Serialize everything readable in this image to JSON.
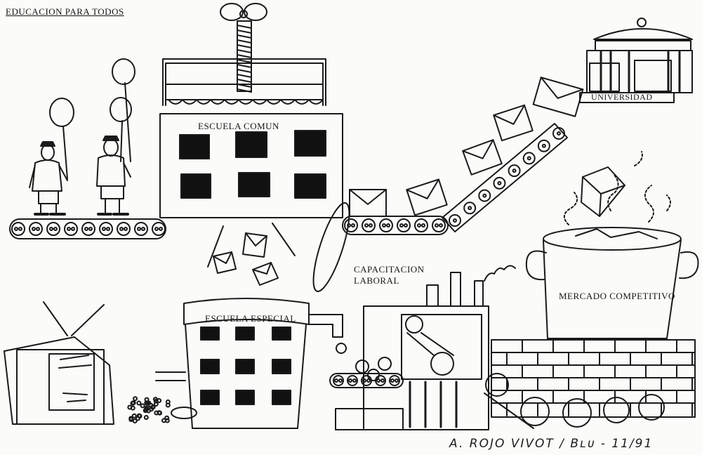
{
  "title": "EDUCACION PARA TODOS",
  "labels": {
    "escuela_comun": "ESCUELA COMUN",
    "universidad": "UNIVERSIDAD",
    "capacitacion_line1": "CAPACITACION",
    "capacitacion_line2": "LABORAL",
    "escuela_especial": "ESCUELA ESPECIAL",
    "mercado": "MERCADO COMPETITIVO"
  },
  "signature": "A. ROJO VIVOT / Bʟᴜ - 11/91",
  "colors": {
    "ink": "#1a1a1a",
    "paper": "#fbfbf9",
    "window": "#111111"
  },
  "icons": [
    "balloon-icon",
    "person-icon",
    "conveyor-icon",
    "envelope-icon",
    "screw-press-icon",
    "television-icon",
    "cooking-pot-icon",
    "gear-icon",
    "smokestack-icon"
  ]
}
